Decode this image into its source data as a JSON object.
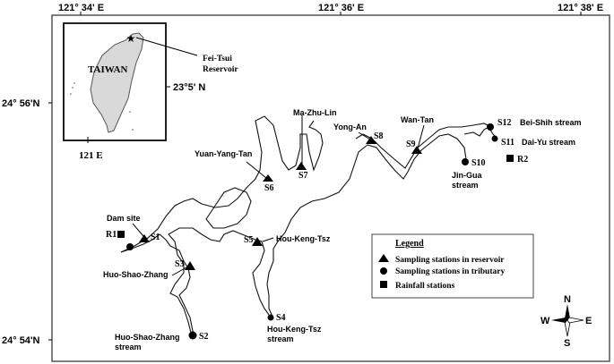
{
  "map": {
    "axes": {
      "top_ticks": [
        "121° 34' E",
        "121° 36' E",
        "121° 38' E"
      ],
      "left_ticks": [
        "24° 56'N",
        "24° 54'N"
      ]
    },
    "inset": {
      "island_label": "TAIWAN",
      "reservoir_label_line1": "Fei-Tsui",
      "reservoir_label_line2": "Reservoir",
      "lat_label": "23°5' N",
      "lon_label": "121 E"
    },
    "stations": {
      "S1": {
        "id": "S1",
        "name": "Dam site",
        "type": "reservoir"
      },
      "S2": {
        "id": "S2",
        "name_line1": "Huo-Shao-Zhang",
        "name_line2": "stream",
        "type": "tributary"
      },
      "S3": {
        "id": "S3",
        "name": "Huo-Shao-Zhang",
        "type": "reservoir"
      },
      "S4": {
        "id": "S4",
        "name_line1": "Hou-Keng-Tsz",
        "name_line2": "stream",
        "type": "tributary"
      },
      "S5": {
        "id": "S5",
        "name": "Hou-Keng-Tsz",
        "type": "reservoir"
      },
      "S6": {
        "id": "S6",
        "name": "Yuan-Yang-Tan",
        "type": "reservoir"
      },
      "S7": {
        "id": "S7",
        "name": "Ma-Zhu-Lin",
        "type": "reservoir"
      },
      "S8": {
        "id": "S8",
        "name": "Yong-An",
        "type": "reservoir"
      },
      "S9": {
        "id": "S9",
        "name": "Wan-Tan",
        "type": "reservoir"
      },
      "S10": {
        "id": "S10",
        "name_line1": "Jin-Gua",
        "name_line2": "stream",
        "type": "tributary"
      },
      "S11": {
        "id": "S11",
        "name": "Dai-Yu stream",
        "type": "tributary"
      },
      "S12": {
        "id": "S12",
        "name": "Bei-Shih stream",
        "type": "tributary"
      }
    },
    "rainfall": {
      "R1": {
        "id": "R1"
      },
      "R2": {
        "id": "R2"
      }
    },
    "legend": {
      "title": "Legend",
      "items": [
        {
          "symbol": "triangle",
          "label": "Sampling stations in reservoir"
        },
        {
          "symbol": "circle",
          "label": "Sampling stations in tributary"
        },
        {
          "symbol": "square",
          "label": "Rainfall stations"
        }
      ]
    },
    "compass": {
      "n": "N",
      "s": "S",
      "e": "E",
      "w": "W"
    }
  }
}
